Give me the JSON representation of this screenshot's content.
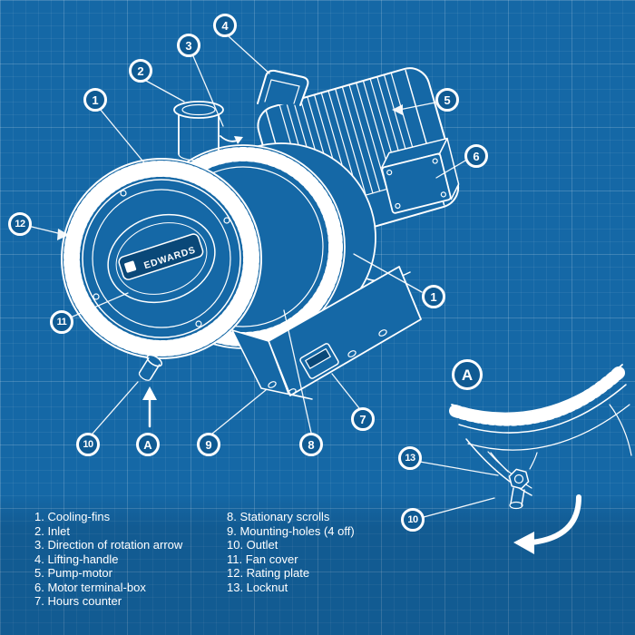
{
  "figure": {
    "type": "technical-diagram",
    "subject": "Scroll vacuum pump with numbered part callouts and enlarged detail view A",
    "style": "blueprint line art"
  },
  "colors": {
    "background": "#1568a6",
    "line_art": "#ffffff",
    "callout_fill": "#0f5a92",
    "panel_dark": "#0a4878"
  },
  "brand": {
    "label": "EDWARDS"
  },
  "callouts": {
    "n1": "1",
    "n2": "2",
    "n3": "3",
    "n4": "4",
    "n5": "5",
    "n6": "6",
    "n7": "7",
    "n8": "8",
    "n9": "9",
    "n10": "10",
    "n11": "11",
    "n12": "12",
    "n13": "13",
    "detail": "A"
  },
  "legend": {
    "left": [
      "1. Cooling-fins",
      "2. Inlet",
      "3. Direction of rotation arrow",
      "4. Lifting-handle",
      "5. Pump-motor",
      "6. Motor terminal-box",
      "7. Hours counter"
    ],
    "right": [
      "8. Stationary scrolls",
      "9. Mounting-holes (4 off)",
      "10. Outlet",
      "11. Fan cover",
      "12. Rating plate",
      "13. Locknut"
    ]
  }
}
